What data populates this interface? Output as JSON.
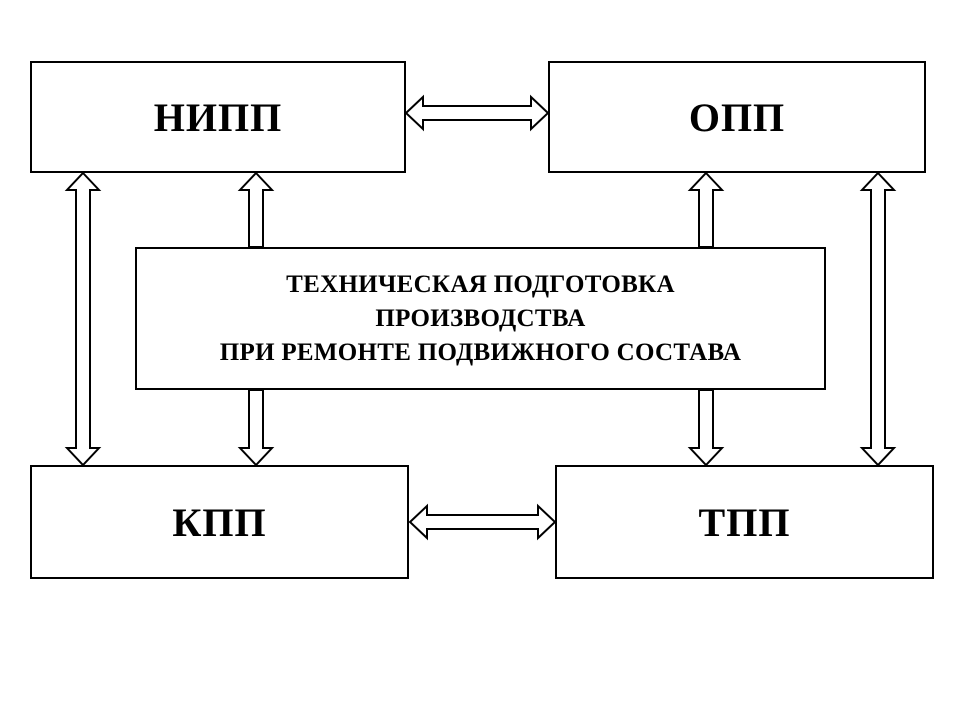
{
  "diagram": {
    "nodes": {
      "nipp": "НИПП",
      "opp": "ОПП",
      "kpp": "КПП",
      "tpp": "ТПП",
      "center": {
        "lines": [
          "ТЕХНИЧЕСКАЯ ПОДГОТОВКА",
          "ПРОИЗВОДСТВА",
          "ПРИ РЕМОНТЕ ПОДВИЖНОГО СОСТАВА"
        ]
      }
    },
    "connections": [
      {
        "from": "nipp",
        "to": "opp",
        "direction": "both"
      },
      {
        "from": "kpp",
        "to": "tpp",
        "direction": "both"
      },
      {
        "from": "nipp",
        "to": "kpp",
        "direction": "both"
      },
      {
        "from": "opp",
        "to": "tpp",
        "direction": "both"
      },
      {
        "from": "center",
        "to": "nipp",
        "direction": "to"
      },
      {
        "from": "center",
        "to": "opp",
        "direction": "to"
      },
      {
        "from": "center",
        "to": "kpp",
        "direction": "to"
      },
      {
        "from": "center",
        "to": "tpp",
        "direction": "to"
      }
    ],
    "colors": {
      "stroke": "#000000",
      "fill": "#ffffff"
    }
  }
}
